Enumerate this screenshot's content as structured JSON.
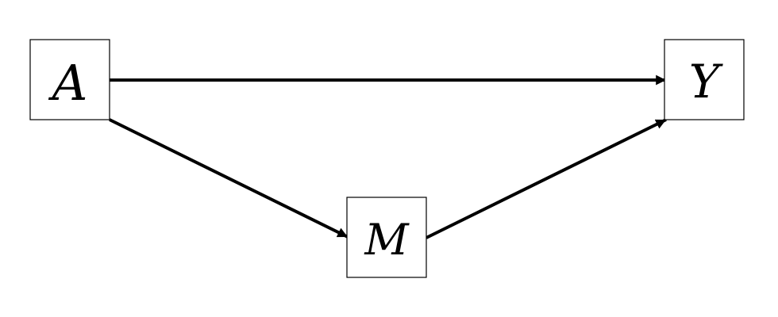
{
  "nodes": {
    "a": {
      "label": "A"
    },
    "m": {
      "label": "M"
    },
    "y": {
      "label": "Y"
    }
  },
  "edges": [
    {
      "from": "A",
      "to": "Y"
    },
    {
      "from": "A",
      "to": "M"
    },
    {
      "from": "M",
      "to": "Y"
    }
  ],
  "colors": {
    "stroke": "#000000",
    "background": "#ffffff"
  }
}
